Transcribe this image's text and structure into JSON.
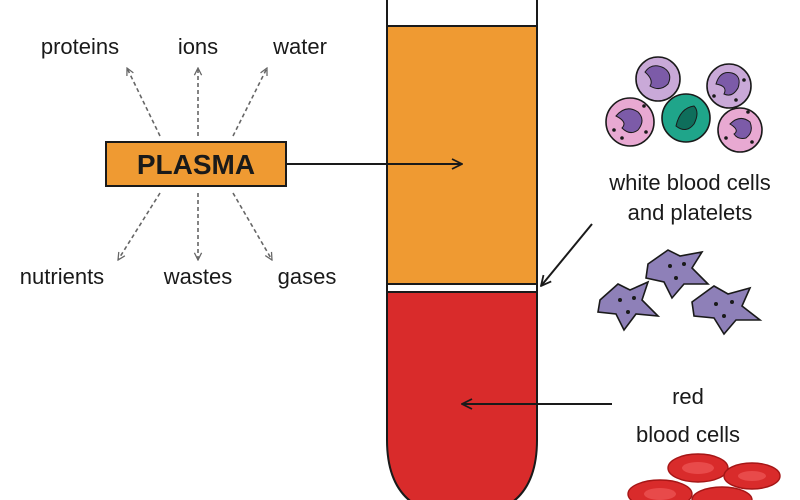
{
  "plasma": {
    "label": "PLASMA",
    "components_top": [
      "proteins",
      "ions",
      "water"
    ],
    "components_bottom": [
      "nutrients",
      "wastes",
      "gases"
    ]
  },
  "layers": {
    "white_cells": {
      "line1": "white blood cells",
      "line2": "and platelets"
    },
    "red_cells": {
      "line1": "red",
      "line2": "blood cells"
    }
  },
  "colors": {
    "plasma": "#ef9a32",
    "red_cells": "#d92b2b",
    "buffy_coat": "#ffffff",
    "wbc_membrane": "#c9a9d8",
    "wbc_nucleus": "#7c5ba8",
    "wbc_green": "#1fa58a",
    "platelet": "#8e80b8",
    "outline": "#1a1a1a"
  }
}
